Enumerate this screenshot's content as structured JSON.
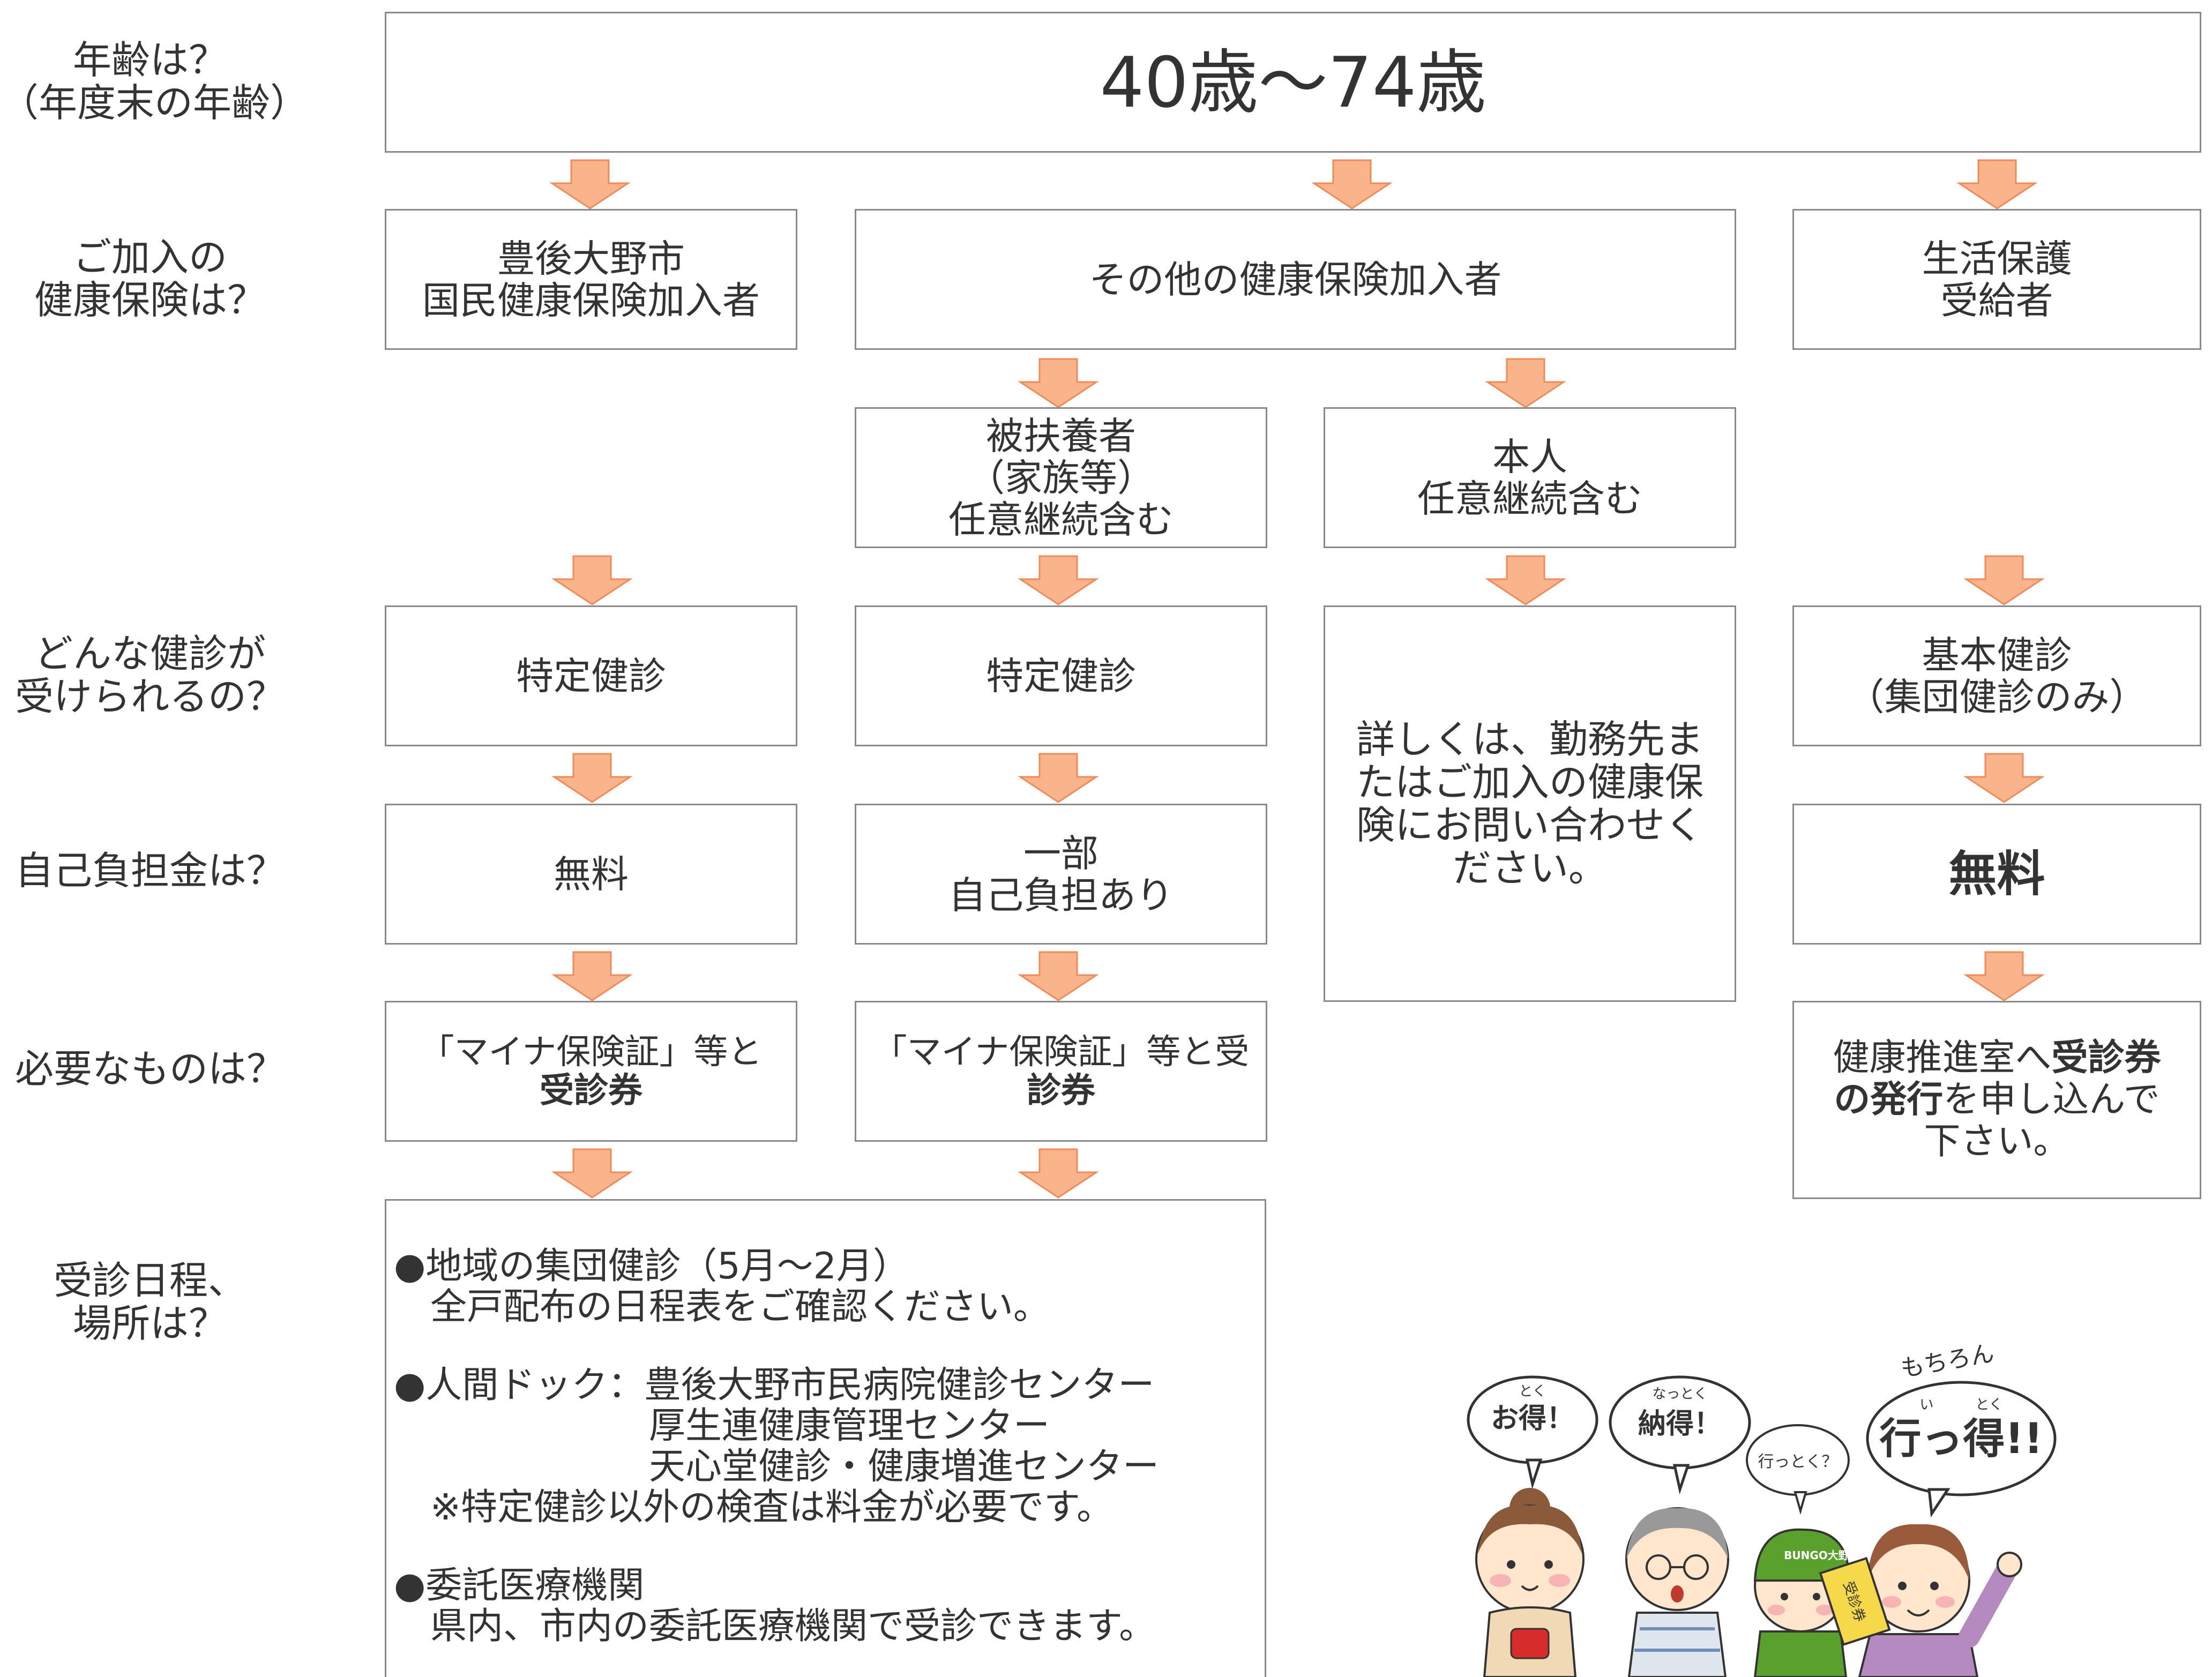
{
  "questions": {
    "age": "年齢は？\n（年度末の年齢）",
    "insurance": "ご加入の\n健康保険は？",
    "checkup_type": "どんな健診が\n受けられるの？",
    "copay": "自己負担金は？",
    "needed": "必要なものは？",
    "schedule": "受診日程、\n場所は？"
  },
  "age_box": "40歳～74歳",
  "insurance": {
    "national": "豊後大野市\n国民健康保険加入者",
    "other": "その他の健康保険加入者",
    "welfare": "生活保護\n受給者"
  },
  "other_split": {
    "dependent": "被扶養者\n（家族等）\n任意継続含む",
    "self": "本人\n任意継続含む"
  },
  "checkup": {
    "national": "特定健診",
    "dependent": "特定健診",
    "self_note": "詳しくは、勤務先ま\nたはご加入の健康保\n険にお問い合わせく\nださい。",
    "welfare": "基本健診\n（集団健診のみ）"
  },
  "copay": {
    "national": "無料",
    "dependent": "一部\n自己負担あり",
    "welfare": "無料"
  },
  "needed": {
    "national_a": "「マイナ保険証」等と",
    "national_b": "受診券",
    "dependent_a": "「マイナ保険証」等と受",
    "dependent_b": "診券",
    "welfare_a": "健康推進室へ",
    "welfare_b": "受診券",
    "welfare_c": "の発行",
    "welfare_d": "を申し込んで",
    "welfare_e": "下さい。"
  },
  "schedule": {
    "l1": "●地域の集団健診（5月～2月）",
    "l2": "　全戸配布の日程表をご確認ください。",
    "l3": "●人間ドック：豊後大野市民病院健診センター",
    "l4": "　　　　　　　厚生連健康管理センター",
    "l5": "　　　　　　　天心堂健診・健康増進センター",
    "l6": "　※特定健診以外の検査は料金が必要です。",
    "l7": "●委託医療機関",
    "l8": "　県内、市内の委託医療機関で受診できます。"
  },
  "illustration": {
    "b1_ruby": "とく",
    "b1": "お得！",
    "b2_ruby": "なっとく",
    "b2": "納得！",
    "b3": "行っとく？",
    "b4_pre": "もちろん",
    "b4_ruby": "い　　　とく",
    "b4": "行っ得!!",
    "cap": "BUNGO大野",
    "ticket": "受診券"
  },
  "colors": {
    "arrow_fill": "#f9b48c",
    "arrow_stroke": "#f08a58",
    "border": "#8a8a8a"
  }
}
